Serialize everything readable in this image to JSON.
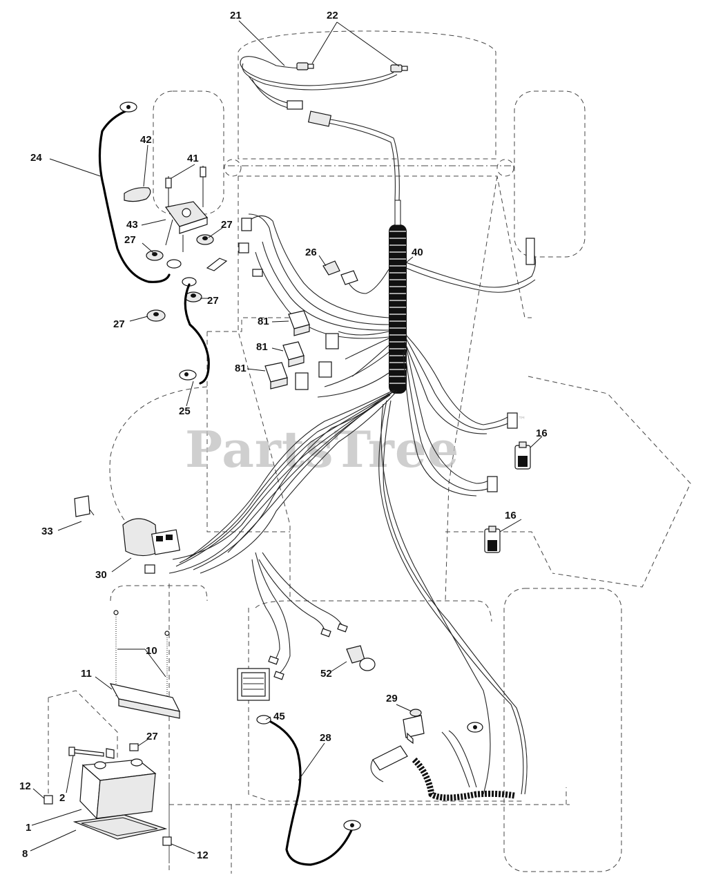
{
  "watermark": {
    "text": "PartsTree",
    "trademark": "™"
  },
  "callouts": {
    "c21": "21",
    "c22": "22",
    "c24": "24",
    "c42": "42",
    "c41": "41",
    "c43": "43",
    "c27a": "27",
    "c27b": "27",
    "c27c": "27",
    "c27d": "27",
    "c27e": "27",
    "c26": "26",
    "c40": "40",
    "c81a": "81",
    "c81b": "81",
    "c81c": "81",
    "c25": "25",
    "c16a": "16",
    "c16b": "16",
    "c33": "33",
    "c30": "30",
    "c10": "10",
    "c11": "11",
    "c52": "52",
    "c29": "29",
    "c45": "45",
    "c28": "28",
    "c12a": "12",
    "c2": "2",
    "c1": "1",
    "c8": "8",
    "c12b": "12"
  },
  "parts": {
    "p1": "battery-icon",
    "p2": "bolt-icon",
    "p8": "battery-tray-icon",
    "p10": "hold-down-rod-icon",
    "p11": "battery-bracket-icon",
    "p12": "nut-icon",
    "p16": "connector-icon",
    "p21": "headlight-harness-icon",
    "p22": "lamp-icon",
    "p24": "ground-cable-icon",
    "p25": "ground-terminal-icon",
    "p26": "fuse-icon",
    "p27": "nut-icon",
    "p28": "battery-cable-icon",
    "p29": "switch-icon",
    "p30": "ignition-switch-icon",
    "p33": "ammeter-icon",
    "p40": "convoluted-tubing-icon",
    "p41": "screw-icon",
    "p42": "cable-icon",
    "p43": "solenoid-icon",
    "p45": "ground-terminal-icon",
    "p52": "terminal-icon",
    "p81": "relay-icon"
  }
}
